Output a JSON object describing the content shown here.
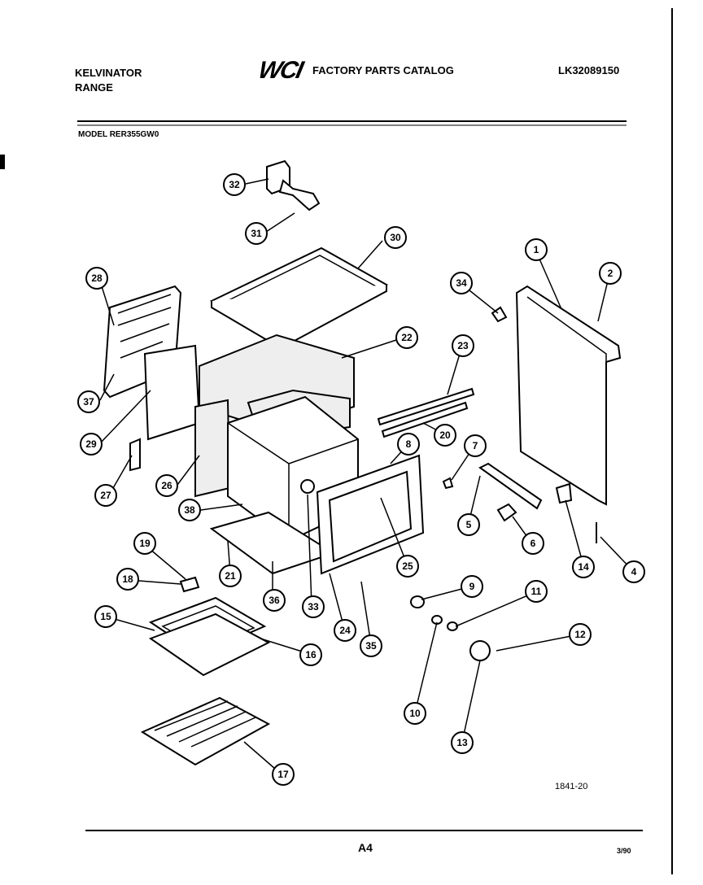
{
  "header": {
    "brand_line1": "KELVINATOR",
    "brand_line2": "RANGE",
    "logo": "WCI",
    "catalog_title": "FACTORY PARTS CATALOG",
    "catalog_number": "LK32089150",
    "model": "MODEL RER355GW0"
  },
  "footer": {
    "figure_code": "1841-20",
    "page_label": "A4",
    "date_code": "3/90"
  },
  "callouts": [
    "1",
    "2",
    "4",
    "5",
    "6",
    "7",
    "8",
    "9",
    "10",
    "11",
    "12",
    "13",
    "14",
    "15",
    "16",
    "17",
    "18",
    "19",
    "20",
    "21",
    "22",
    "23",
    "24",
    "25",
    "26",
    "27",
    "28",
    "29",
    "30",
    "31",
    "32",
    "33",
    "34",
    "35",
    "36",
    "37",
    "38"
  ]
}
